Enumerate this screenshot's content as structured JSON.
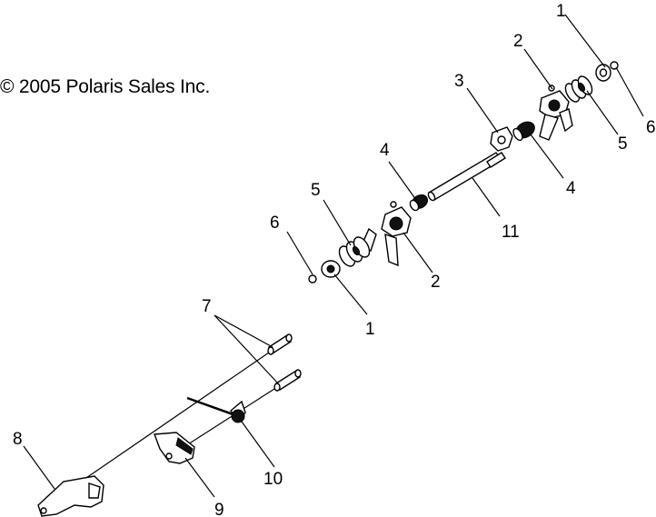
{
  "copyright": "© 2005 Polaris Sales Inc.",
  "callouts": {
    "c1_top": "1",
    "c2_top": "2",
    "c3": "3",
    "c6_right": "6",
    "c5_right": "5",
    "c4_right": "4",
    "c4_mid": "4",
    "c11": "11",
    "c5_left": "5",
    "c6_left": "6",
    "c2_mid": "2",
    "c1_mid": "1",
    "c7": "7",
    "c8": "8",
    "c10": "10",
    "c9": "9"
  },
  "colors": {
    "line": "#000000",
    "background": "#ffffff"
  }
}
